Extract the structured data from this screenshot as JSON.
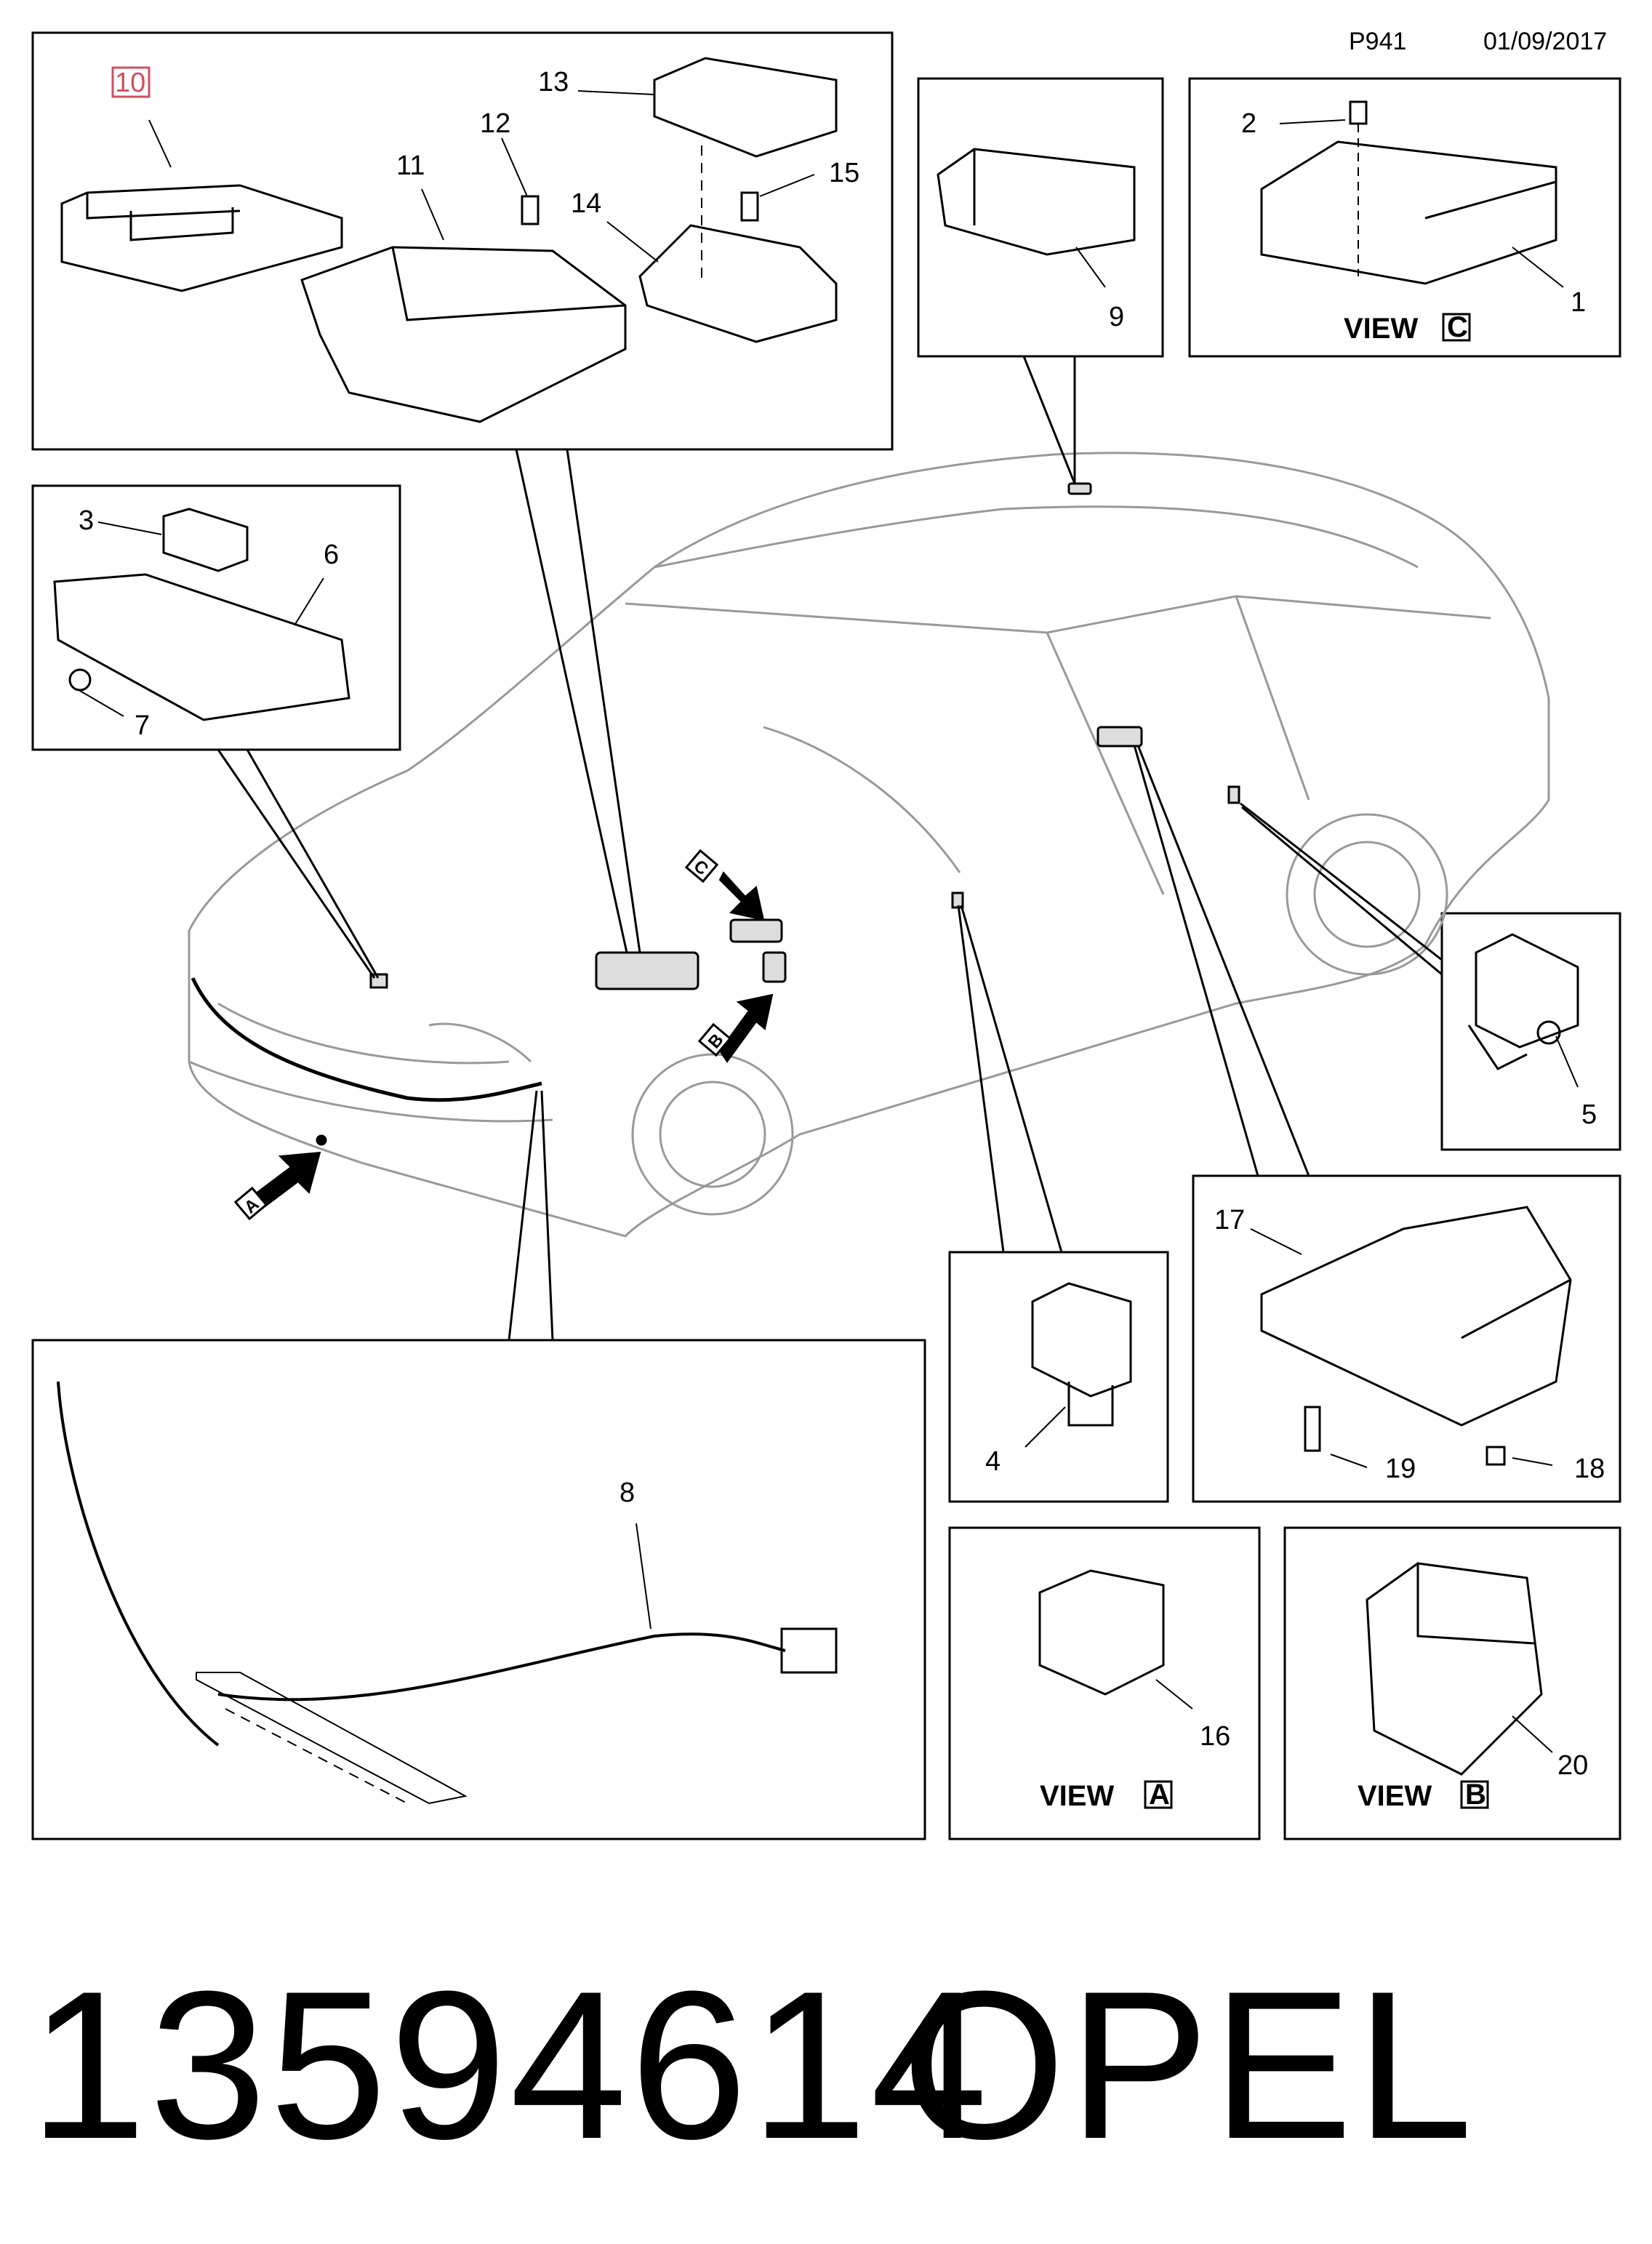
{
  "header": {
    "code": "P941",
    "date": "01/09/2017"
  },
  "callouts": {
    "c1": "1",
    "c2": "2",
    "c3": "3",
    "c4": "4",
    "c5": "5",
    "c6": "6",
    "c7": "7",
    "c8": "8",
    "c9": "9",
    "c10": "10",
    "c11": "11",
    "c12": "12",
    "c13": "13",
    "c14": "14",
    "c15": "15",
    "c16": "16",
    "c17": "17",
    "c18": "18",
    "c19": "19",
    "c20": "20"
  },
  "views": {
    "view_word": "VIEW",
    "a": "A",
    "b": "B",
    "c": "C"
  },
  "footer": {
    "part_number": "13594614",
    "brand": "OPEL"
  },
  "colors": {
    "highlight_box": "#d05060",
    "line": "#000000"
  }
}
